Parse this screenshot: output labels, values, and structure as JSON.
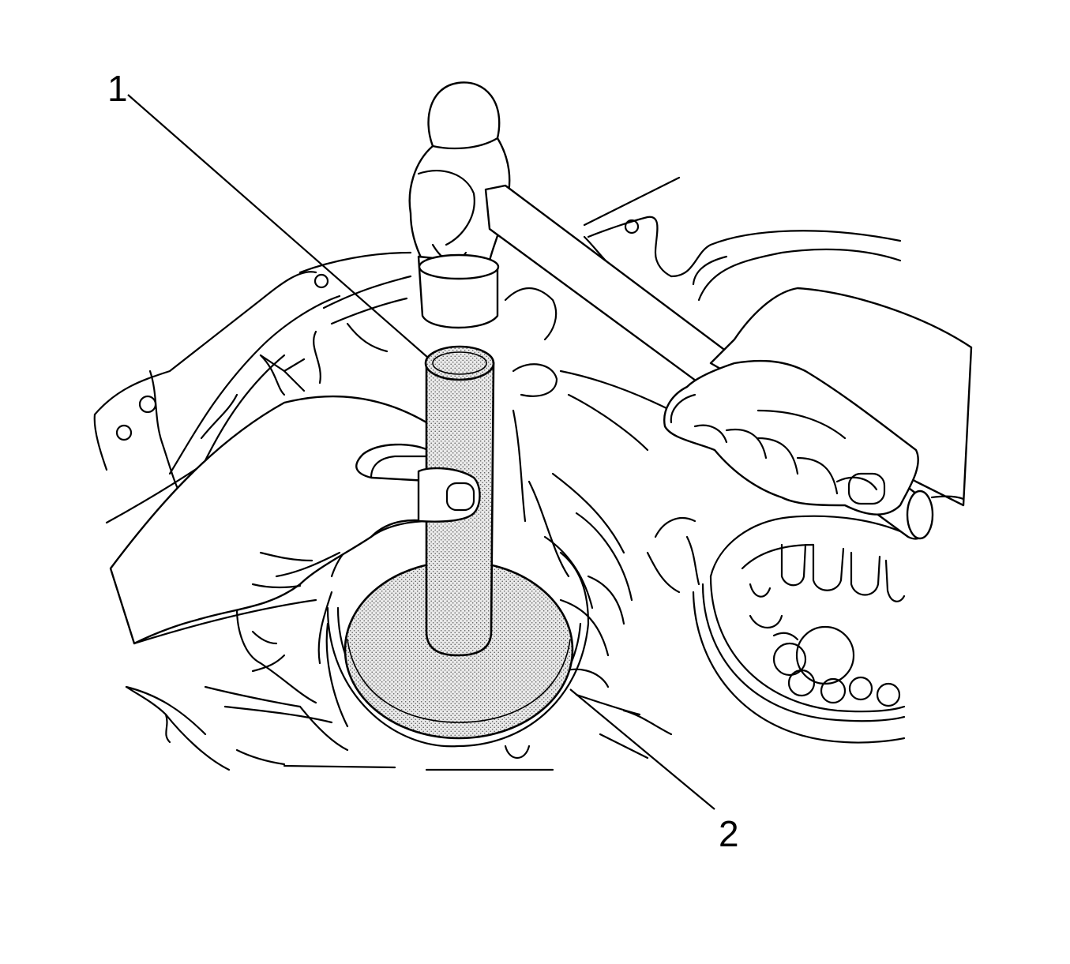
{
  "figure": {
    "callouts": [
      {
        "id": "1",
        "label": "1"
      },
      {
        "id": "2",
        "label": "2"
      }
    ],
    "icons": [
      "hammer",
      "installer-tool",
      "seal",
      "hand",
      "transaxle-case",
      "bearing"
    ]
  }
}
